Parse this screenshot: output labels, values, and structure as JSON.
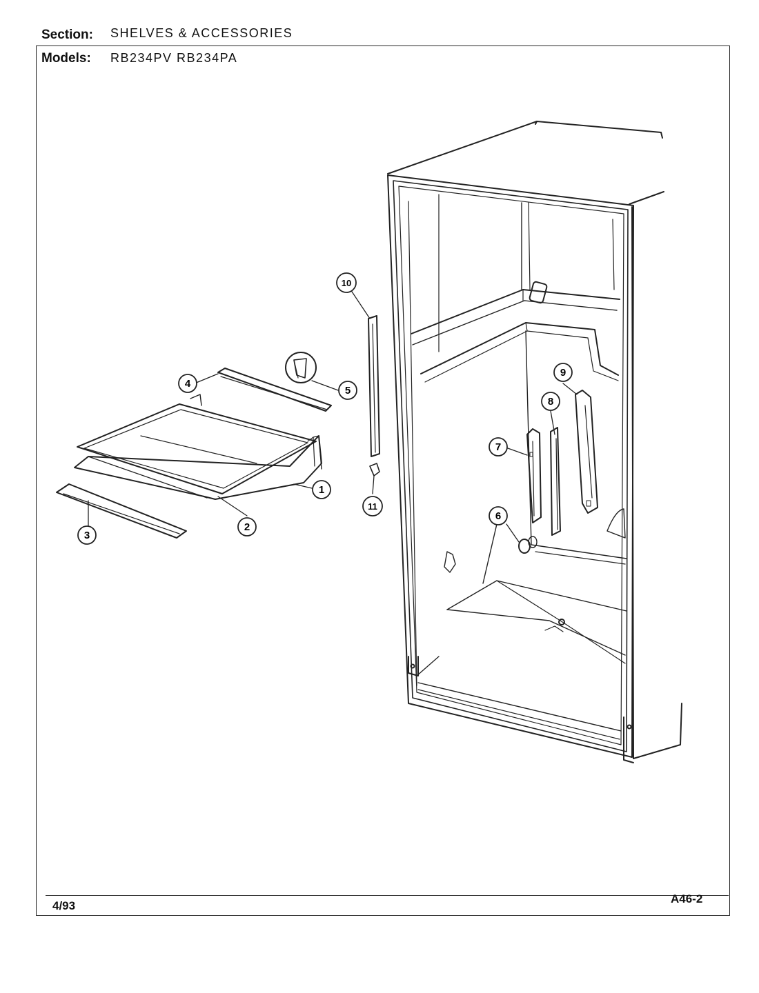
{
  "header": {
    "section_label": "Section:",
    "section_value": "SHELVES & ACCESSORIES",
    "models_label": "Models:",
    "models_value": "RB234PV  RB234PA"
  },
  "footer": {
    "date": "4/93",
    "page_code": "A46-2"
  },
  "callouts": [
    "1",
    "2",
    "3",
    "4",
    "5",
    "6",
    "7",
    "8",
    "9",
    "10",
    "11"
  ]
}
